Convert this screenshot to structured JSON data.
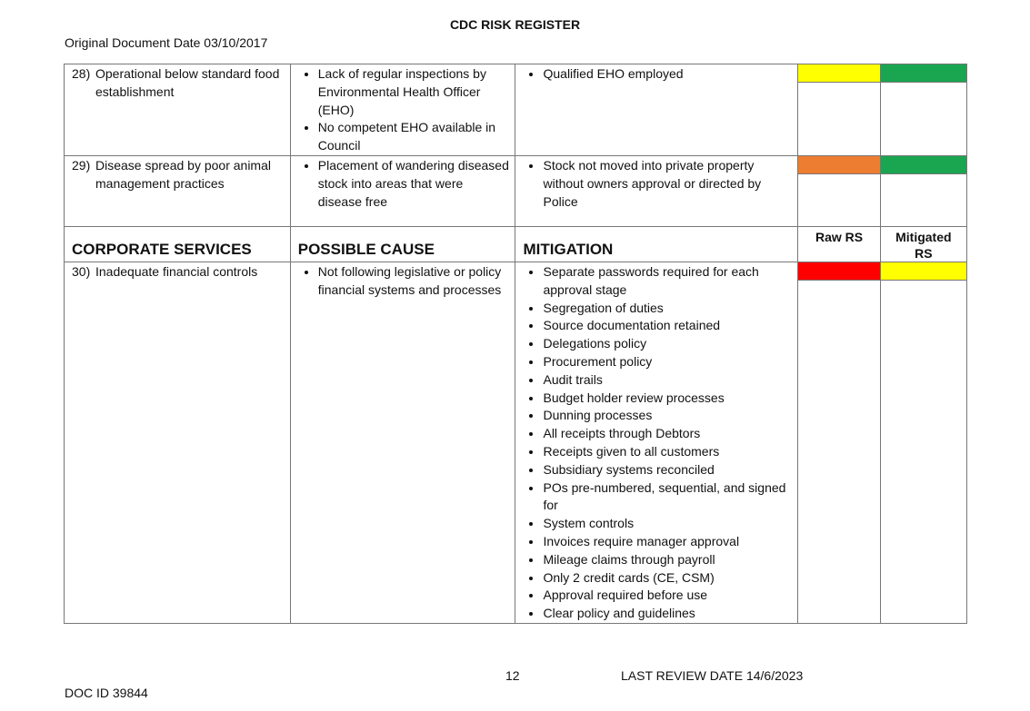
{
  "header": {
    "title": "CDC RISK REGISTER",
    "original_date": "Original Document Date 03/10/2017"
  },
  "colors": {
    "yellow": "#ffff00",
    "green": "#1aa550",
    "orange": "#ed7d31",
    "red": "#ff0000"
  },
  "rows": [
    {
      "number": "28)",
      "risk": "Operational below standard food establishment",
      "causes": [
        "Lack of regular inspections by Environmental Health Officer (EHO)",
        "No competent EHO available in Council"
      ],
      "mitigations": [
        "Qualified EHO employed"
      ],
      "raw_rs_color": "yellow",
      "mitigated_rs_color": "green"
    },
    {
      "number": "29)",
      "risk": "Disease spread by poor animal management practices",
      "causes": [
        "Placement of wandering diseased stock into areas that were disease free"
      ],
      "mitigations": [
        "Stock not moved into private property without owners approval or directed by Police"
      ],
      "raw_rs_color": "orange",
      "mitigated_rs_color": "green"
    }
  ],
  "section": {
    "name": "CORPORATE SERVICES",
    "cause_header": "POSSIBLE CAUSE",
    "mitigation_header": "MITIGATION",
    "raw_rs_header": "Raw RS",
    "mitigated_rs_header_line1": "Mitigated",
    "mitigated_rs_header_line2": "RS"
  },
  "row30": {
    "number": "30)",
    "risk": "Inadequate financial controls",
    "causes": [
      "Not following legislative or policy financial systems and processes"
    ],
    "mitigations": [
      "Separate passwords required for each approval stage",
      "Segregation of duties",
      "Source documentation retained",
      "Delegations policy",
      "Procurement policy",
      "Audit trails",
      "Budget holder review processes",
      "Dunning processes",
      "All receipts through Debtors",
      "Receipts given to all customers",
      "Subsidiary systems reconciled",
      "POs pre-numbered, sequential, and signed for",
      "System controls",
      "Invoices require manager approval",
      "Mileage claims through payroll",
      "Only 2 credit cards (CE, CSM)",
      "Approval required before use",
      "Clear policy and guidelines"
    ],
    "raw_rs_color": "red",
    "mitigated_rs_color": "yellow"
  },
  "footer": {
    "page": "12",
    "review": "LAST REVIEW DATE 14/6/2023",
    "doc_id": "DOC ID 39844"
  }
}
